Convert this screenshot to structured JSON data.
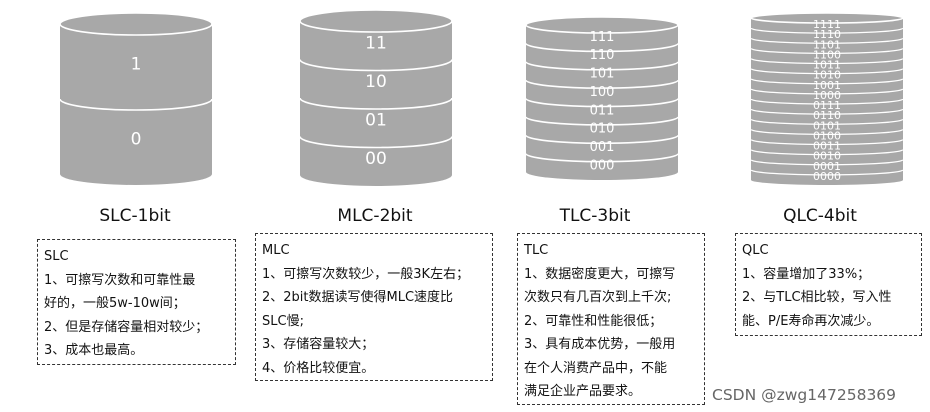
{
  "colors": {
    "fill": "#a8a8a8",
    "stroke": "#ffffff",
    "text": "#ffffff"
  },
  "columns": [
    {
      "id": "slc",
      "title": "SLC-1bit",
      "layers": [
        "1",
        "0"
      ],
      "box": [
        "SLC",
        "1、可擦写次数和可靠性最",
        "好的，一般5w-10w间；",
        "2、但是存储容量相对较少；",
        "3、成本也最高。"
      ]
    },
    {
      "id": "mlc",
      "title": "MLC-2bit",
      "layers": [
        "11",
        "10",
        "01",
        "00"
      ],
      "box": [
        "MLC",
        "1、可擦写次数较少，一般3K左右；",
        "2、2bit数据读写使得MLC速度比",
        "SLC慢;",
        "3、存储容量较大；",
        "4、价格比较便宜。"
      ]
    },
    {
      "id": "tlc",
      "title": "TLC-3bit",
      "layers": [
        "111",
        "110",
        "101",
        "100",
        "011",
        "010",
        "001",
        "000"
      ],
      "box": [
        "TLC",
        "1、数据密度更大，可擦写",
        "次数只有几百次到上千次;",
        "2、可靠性和性能很低；",
        "3、具有成本优势，一般用",
        "在个人消费产品中，不能",
        "满足企业产品要求。"
      ]
    },
    {
      "id": "qlc",
      "title": "QLC-4bit",
      "layers": [
        "1111",
        "1110",
        "1101",
        "1100",
        "1011",
        "1010",
        "1001",
        "1000",
        "0111",
        "0110",
        "0101",
        "0100",
        "0011",
        "0010",
        "0001",
        "0000"
      ],
      "box": [
        "QLC",
        "1、容量增加了33%；",
        "2、与TLC相比较，写入性",
        "能、P/E寿命再次减少。"
      ]
    }
  ],
  "watermark": "CSDN @zwg147258369"
}
